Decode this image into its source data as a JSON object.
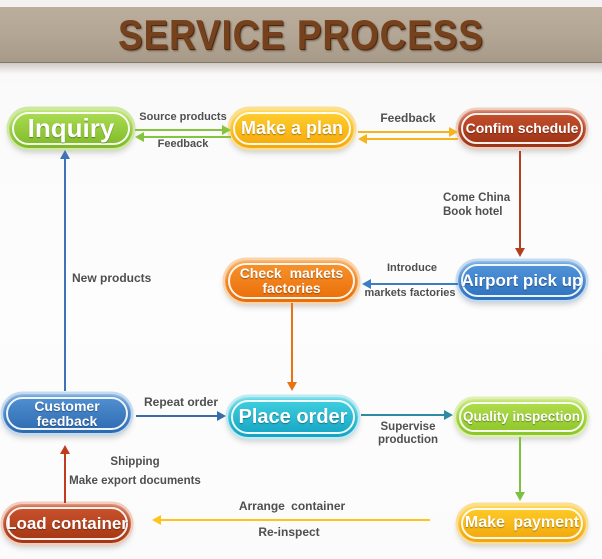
{
  "header": {
    "title": "SERVICE PROCESS"
  },
  "nodes": {
    "inquiry": {
      "label": "Inquiry",
      "color": "#7db826"
    },
    "make_a_plan": {
      "label": "Make a plan",
      "color": "#f6a70a"
    },
    "confim_schedule": {
      "label": "Confim schedule",
      "color": "#9c3113"
    },
    "airport_pick_up": {
      "label": "Airport pick up",
      "color": "#2c70bf"
    },
    "check_markets": {
      "label": "Check markets\nfactories",
      "color": "#ea6c06"
    },
    "customer_feedback": {
      "label": "Customer feedback",
      "color": "#2c69b0"
    },
    "place_order": {
      "label": "Place order",
      "color": "#12a3c2"
    },
    "quality_inspection": {
      "label": "Quality inspection",
      "color": "#8bc528"
    },
    "make_payment": {
      "label": "Make payment",
      "color": "#f1a50b"
    },
    "load_container": {
      "label": "Load container",
      "color": "#a23511"
    }
  },
  "edges": {
    "source_products": {
      "label": "Source products",
      "color": "#86c43e",
      "direction": "right"
    },
    "feedback_to_inquiry": {
      "label": "Feedback",
      "color": "#86c43e",
      "direction": "left"
    },
    "feedback_to_plan": {
      "label": "Feedback",
      "color": "#f6b41c",
      "direction": "left-right-pair"
    },
    "come_china": {
      "label": "Come China\nBook hotel",
      "color": "#b2401e",
      "direction": "down"
    },
    "introduce": {
      "label_line1": "Introduce",
      "label_line2": "markets factories",
      "color": "#3c7cc4",
      "direction": "left"
    },
    "check_to_place_order": {
      "color": "#e87310",
      "direction": "down"
    },
    "repeat_order": {
      "label": "Repeat order",
      "color": "#3a6ca8",
      "direction": "right"
    },
    "supervise_production": {
      "label": "Supervise production",
      "color": "#2d8ba3",
      "direction": "right"
    },
    "quality_to_payment": {
      "color": "#7cc142",
      "direction": "down"
    },
    "arrange_container": {
      "label_line1": "Arrange  container",
      "label_line2": "Re-inspect",
      "color": "#fdc41d",
      "direction": "left"
    },
    "shipping": {
      "label_line1": "Shipping",
      "label_line2": "Make export documents",
      "color": "#bf3c1e",
      "direction": "up"
    },
    "new_products": {
      "label": "New products",
      "color": "#3f72b8",
      "direction": "up"
    }
  }
}
